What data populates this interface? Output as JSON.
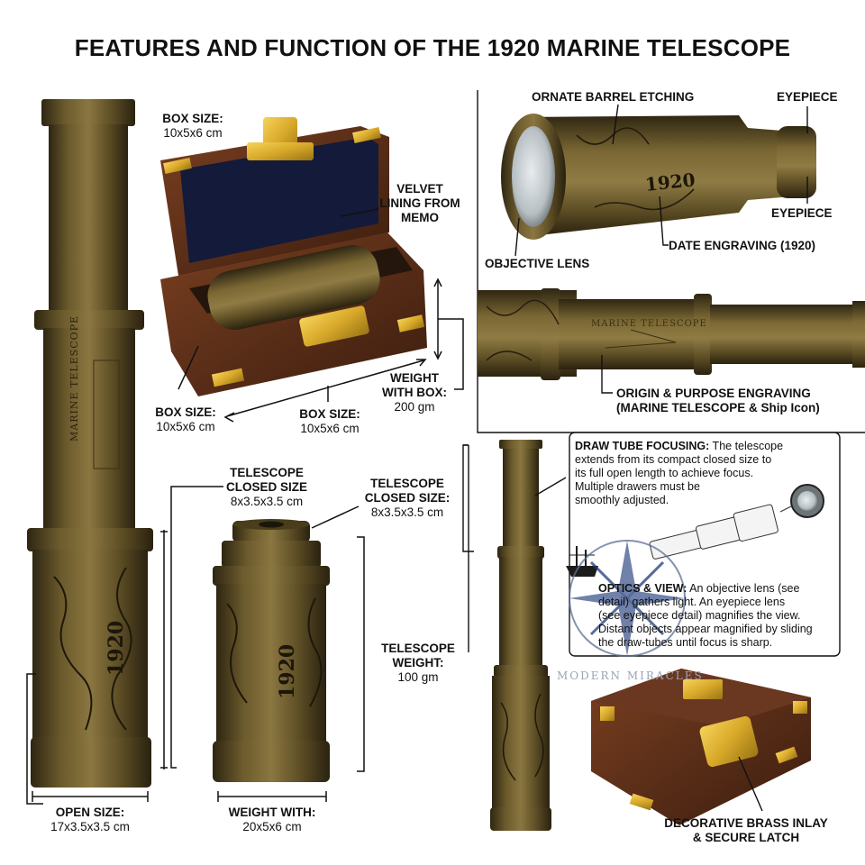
{
  "title": "FEATURES AND FUNCTION OF THE 1920 MARINE TELESCOPE",
  "engraving_year": "1920",
  "engraving_text": "MARINE TELESCOPE",
  "watermark": "MODERN MIRACLES",
  "labels": {
    "box_size_top": [
      "BOX SIZE:",
      "10x5x6 cm"
    ],
    "velvet_lining": [
      "VELVET",
      "LINING FROM",
      "MEMO"
    ],
    "weight_with_box": [
      "WEIGHT",
      "WITH BOX:",
      "200 gm"
    ],
    "box_size_left": [
      "BOX SIZE:",
      "10x5x6 cm"
    ],
    "box_size_bottom": [
      "BOX SIZE:",
      "10x5x6 cm"
    ],
    "ornate_barrel": "ORNATE BARREL ETCHING",
    "eyepiece_top": "EYEPIECE",
    "eyepiece_bottom": "EYEPIECE",
    "objective_lens": "OBJECTIVE LENS",
    "date_engraving": "DATE ENGRAVING (1920)",
    "origin_purpose": [
      "ORIGIN & PURPOSE ENGRAVING",
      "(MARINE TELESCOPE & Ship Icon)"
    ],
    "telescope_closed_left": [
      "TELESCOPE",
      "CLOSED SIZE",
      "8x3.5x3.5 cm"
    ],
    "telescope_closed_right": [
      "TELESCOPE",
      "CLOSED SIZE:",
      "8x3.5x3.5 cm"
    ],
    "telescope_weight": [
      "TELESCOPE",
      "WEIGHT:",
      "100 gm"
    ],
    "open_size": [
      "OPEN SIZE:",
      "17x3.5x3.5 cm"
    ],
    "weight_with": [
      "WEIGHT WITH:",
      "20x5x6 cm"
    ],
    "decorative_brass": [
      "DECORATIVE BRASS INLAY",
      "& SECURE LATCH"
    ]
  },
  "draw_tube": {
    "heading": "DRAW TUBE FOCUSING:",
    "lines": [
      " The telescope",
      "extends from its compact closed size to",
      "its full open length to achieve focus.",
      "Multiple drawers must be",
      "smoothly adjusted."
    ]
  },
  "optics": {
    "heading": "OPTICS & VIEW:",
    "lines": [
      " An objective lens (see",
      "detail) gathers light. An eyepiece lens",
      "(see eyepiece detail) magnifies the view.",
      "Distant objects appear magnified by sliding",
      "the draw-tubes until focus is sharp."
    ]
  },
  "colors": {
    "brass_dark": "#3e3318",
    "brass_mid": "#6b5a2c",
    "brass_light": "#9a8448",
    "wood": "#5a2e18",
    "velvet": "#141a3a",
    "gold_inlay": "#d8a92a",
    "watermark": "#9aa3b5"
  }
}
